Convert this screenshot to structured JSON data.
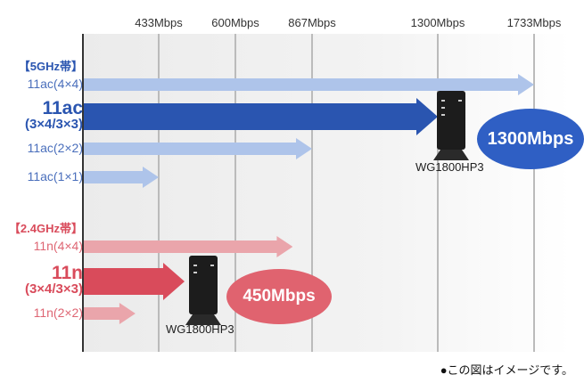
{
  "chart_data": {
    "type": "bar",
    "ticks": [
      433,
      600,
      867,
      1300,
      1733
    ],
    "tick_labels": [
      "433Mbps",
      "600Mbps",
      "867Mbps",
      "1300Mbps",
      "1733Mbps"
    ],
    "groups": [
      {
        "title": "【5GHz帯】",
        "color": "#2a55b0",
        "items": [
          {
            "label": "11ac(4×4)",
            "value": 1733,
            "highlight": false
          },
          {
            "label": "11ac",
            "sub": "(3×4/3×3)",
            "value": 1300,
            "highlight": true
          },
          {
            "label": "11ac(2×2)",
            "value": 867,
            "highlight": false
          },
          {
            "label": "11ac(1×1)",
            "value": 433,
            "highlight": false
          }
        ]
      },
      {
        "title": "【2.4GHz帯】",
        "color": "#d94b5b",
        "items": [
          {
            "label": "11n(4×4)",
            "value": 800,
            "highlight": false
          },
          {
            "label": "11n",
            "sub": "(3×4/3×3)",
            "value": 450,
            "highlight": true
          },
          {
            "label": "11n(2×2)",
            "value": 300,
            "highlight": false
          }
        ]
      }
    ],
    "callouts": [
      {
        "model": "WG1800HP3",
        "speed": "1300Mbps"
      },
      {
        "model": "WG1800HP3",
        "speed": "450Mbps"
      }
    ]
  },
  "colors": {
    "blue": "#2a55b0",
    "blue_light": "#aec4ea",
    "red": "#d94b5b",
    "red_light": "#eaa5ab",
    "blue_ellipse": "#2f5fc4",
    "red_ellipse": "#e0636f"
  },
  "note": "●この図はイメージです。"
}
